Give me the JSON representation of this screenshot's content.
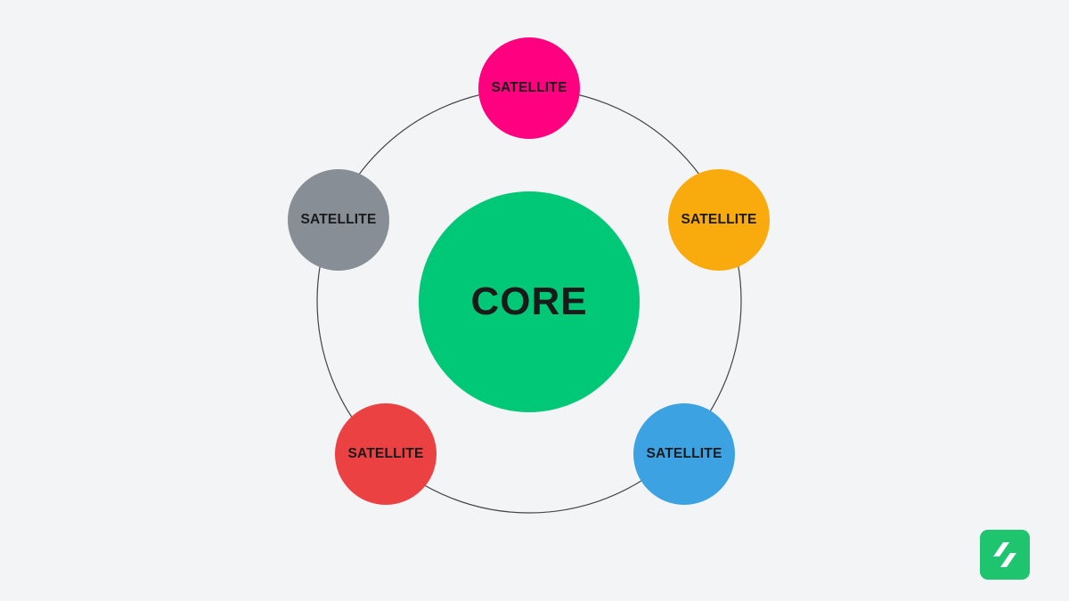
{
  "diagram": {
    "core": {
      "label": "CORE",
      "color": "#00c877"
    },
    "satellites": [
      {
        "label": "SATELLITE",
        "color": "#ff0080"
      },
      {
        "label": "SATELLITE",
        "color": "#f9ab0e"
      },
      {
        "label": "SATELLITE",
        "color": "#3ca2e2"
      },
      {
        "label": "SATELLITE",
        "color": "#ec4143"
      },
      {
        "label": "SATELLITE",
        "color": "#888e96"
      }
    ],
    "orbit_color": "#444444",
    "background": "#f3f4f6"
  },
  "logo": {
    "icon": "brand-slash-logo-icon",
    "color": "#1ec46e"
  }
}
